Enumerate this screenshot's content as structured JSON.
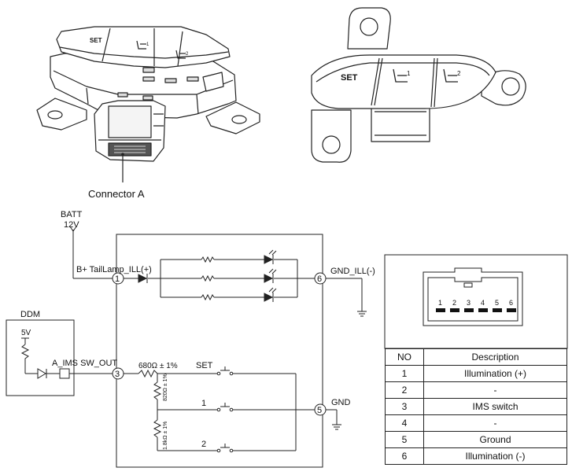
{
  "illustrations": {
    "connector_callout": "Connector A",
    "left_view_keys": {
      "set": "SET",
      "memory_1": "1",
      "memory_2": "2"
    },
    "right_view_keys": {
      "set": "SET",
      "memory_1": "1",
      "memory_2": "2"
    }
  },
  "schematic": {
    "supply": {
      "label": "BATT",
      "voltage": "12V"
    },
    "nets": {
      "illumination_plus": "B+ TailLamp_ILL(+)",
      "illumination_minus": "GND_ILL(-)",
      "switch_out": "A_IMS SW_OUT",
      "ground": "GND"
    },
    "pins": [
      "1",
      "3",
      "5",
      "6"
    ],
    "ddm": {
      "label": "DDM",
      "voltage": "5V"
    },
    "resistors": {
      "r_top": "680Ω ± 1%",
      "r_mid": "820Ω ± 1%",
      "r_low": "1.8kΩ ± 1%"
    },
    "switches": {
      "set": "SET",
      "one": "1",
      "two": "2"
    }
  },
  "connector_face": {
    "pins": [
      "1",
      "2",
      "3",
      "4",
      "5",
      "6"
    ]
  },
  "pin_table": {
    "headers": [
      "NO",
      "Description"
    ],
    "rows": [
      [
        "1",
        "Illumination (+)"
      ],
      [
        "2",
        "-"
      ],
      [
        "3",
        "IMS switch"
      ],
      [
        "4",
        "-"
      ],
      [
        "5",
        "Ground"
      ],
      [
        "6",
        "Illumination (-)"
      ]
    ]
  }
}
